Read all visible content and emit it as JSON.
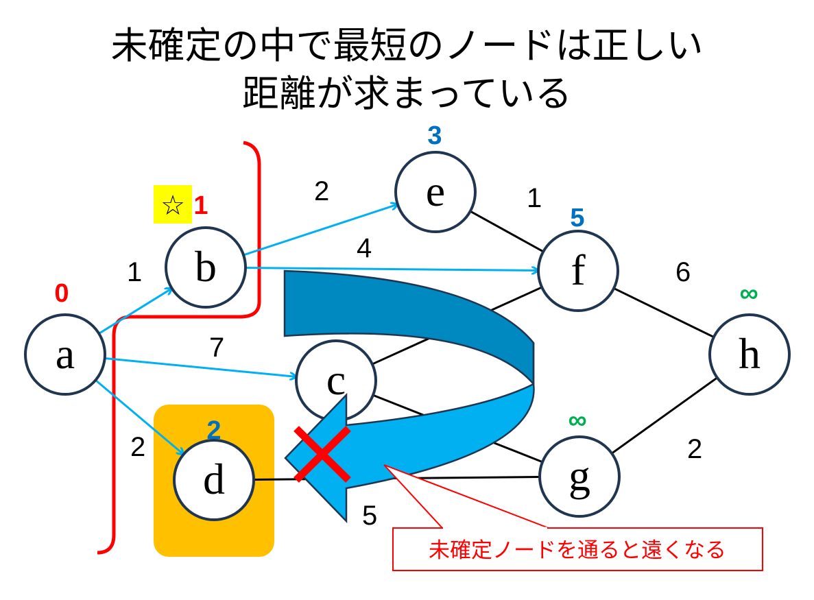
{
  "title": {
    "line1": "未確定の中で最短のノードは正しい",
    "line2": "距離が求まっている"
  },
  "nodes": [
    {
      "id": "a",
      "label": "a",
      "dist": "0",
      "dist_color": "#ff0000"
    },
    {
      "id": "b",
      "label": "b",
      "dist": "1",
      "dist_color": "#ff0000"
    },
    {
      "id": "c",
      "label": "c",
      "dist": "",
      "dist_color": "#0070c0"
    },
    {
      "id": "d",
      "label": "d",
      "dist": "2",
      "dist_color": "#0070c0"
    },
    {
      "id": "e",
      "label": "e",
      "dist": "3",
      "dist_color": "#0070c0"
    },
    {
      "id": "f",
      "label": "f",
      "dist": "5",
      "dist_color": "#0070c0"
    },
    {
      "id": "g",
      "label": "g",
      "dist": "∞",
      "dist_color": "#00b050"
    },
    {
      "id": "h",
      "label": "h",
      "dist": "∞",
      "dist_color": "#00b050"
    }
  ],
  "edges": [
    {
      "from": "a",
      "to": "b",
      "weight": "1",
      "directed": true
    },
    {
      "from": "a",
      "to": "c",
      "weight": "7",
      "directed": true
    },
    {
      "from": "a",
      "to": "d",
      "weight": "2",
      "directed": true
    },
    {
      "from": "b",
      "to": "e",
      "weight": "2",
      "directed": true
    },
    {
      "from": "b",
      "to": "f",
      "weight": "4",
      "directed": true
    },
    {
      "from": "e",
      "to": "f",
      "weight": "1",
      "directed": false
    },
    {
      "from": "f",
      "to": "h",
      "weight": "6",
      "directed": false
    },
    {
      "from": "c",
      "to": "f",
      "weight": "",
      "directed": false
    },
    {
      "from": "c",
      "to": "g",
      "weight": "",
      "directed": false
    },
    {
      "from": "d",
      "to": "g",
      "weight": "5",
      "directed": false
    },
    {
      "from": "g",
      "to": "h",
      "weight": "2",
      "directed": false
    }
  ],
  "star_mark": "☆",
  "callout": "未確定ノードを通ると遠くなる",
  "colors": {
    "arrow_edge": "#00b0f0",
    "highlight": "#ffc000",
    "star_bg": "#ffff00",
    "boundary": "#ff0000",
    "curved_arrow_dark": "#0089c0",
    "curved_arrow_light": "#00b0f0"
  }
}
